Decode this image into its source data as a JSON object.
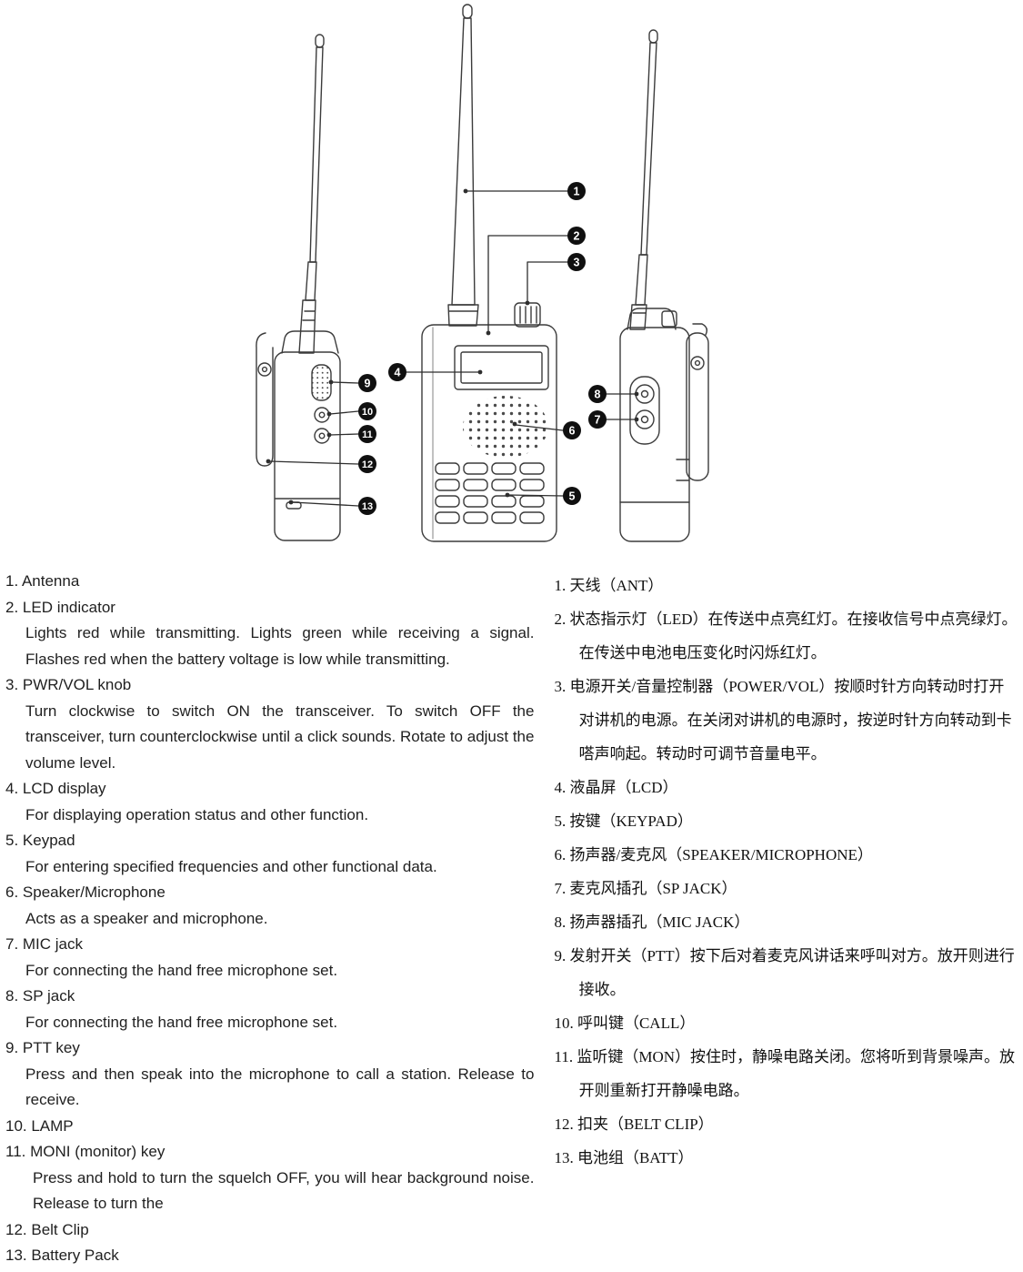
{
  "diagram": {
    "callouts": [
      "1",
      "2",
      "3",
      "4",
      "5",
      "6",
      "7",
      "8",
      "9",
      "10",
      "11",
      "12",
      "13"
    ]
  },
  "english": {
    "items": [
      {
        "title": "1. Antenna",
        "desc": ""
      },
      {
        "title": "2. LED indicator",
        "desc": "Lights red while transmitting.  Lights green while receiving a signal. Flashes red when the battery voltage is low while transmitting."
      },
      {
        "title": "3. PWR/VOL knob",
        "desc": "Turn clockwise to switch ON the transceiver.  To switch OFF the transceiver, turn counterclockwise until a click sounds.  Rotate to adjust the volume level."
      },
      {
        "title": "4. LCD display",
        "desc": "For displaying operation status and other function."
      },
      {
        "title": "5. Keypad",
        "desc": "For entering specified frequencies and other functional data."
      },
      {
        "title": "6. Speaker/Microphone",
        "desc": "Acts as a speaker and microphone."
      },
      {
        "title": "7. MIC jack",
        "desc": "For connecting the hand free microphone set."
      },
      {
        "title": "8. SP jack",
        "desc": "For connecting the hand free microphone set."
      },
      {
        "title": "9. PTT key",
        "desc": "Press and then speak into the microphone to call a station.  Release to receive."
      },
      {
        "title": "10. LAMP",
        "desc": ""
      },
      {
        "title": "11. MONI (monitor) key",
        "desc": "Press and hold to turn the squelch OFF, you will hear background noise.  Release to turn the"
      },
      {
        "title": "12. Belt Clip",
        "desc": ""
      },
      {
        "title": "13. Battery Pack",
        "desc": ""
      }
    ]
  },
  "chinese": {
    "items": [
      {
        "text": "1. 天线（ANT）"
      },
      {
        "text": "2. 状态指示灯（LED）在传送中点亮红灯。在接收信号中点亮绿灯。在传送中电池电压变化时闪烁红灯。"
      },
      {
        "text": "3. 电源开关/音量控制器（POWER/VOL）按顺时针方向转动时打开对讲机的电源。在关闭对讲机的电源时，按逆时针方向转动到卡嗒声响起。转动时可调节音量电平。"
      },
      {
        "text": "4. 液晶屏（LCD）"
      },
      {
        "text": "5. 按键（KEYPAD）"
      },
      {
        "text": "6. 扬声器/麦克风（SPEAKER/MICROPHONE）"
      },
      {
        "text": "7. 麦克风插孔（SP JACK）"
      },
      {
        "text": "8. 扬声器插孔（MIC JACK）"
      },
      {
        "text": "9. 发射开关（PTT）按下后对着麦克风讲话来呼叫对方。放开则进行接收。"
      },
      {
        "text": "10. 呼叫键（CALL）"
      },
      {
        "text": "11. 监听键（MON）按住时，静噪电路关闭。您将听到背景噪声。放开则重新打开静噪电路。"
      },
      {
        "text": "12. 扣夹（BELT CLIP）"
      },
      {
        "text": "13. 电池组（BATT）"
      }
    ]
  }
}
